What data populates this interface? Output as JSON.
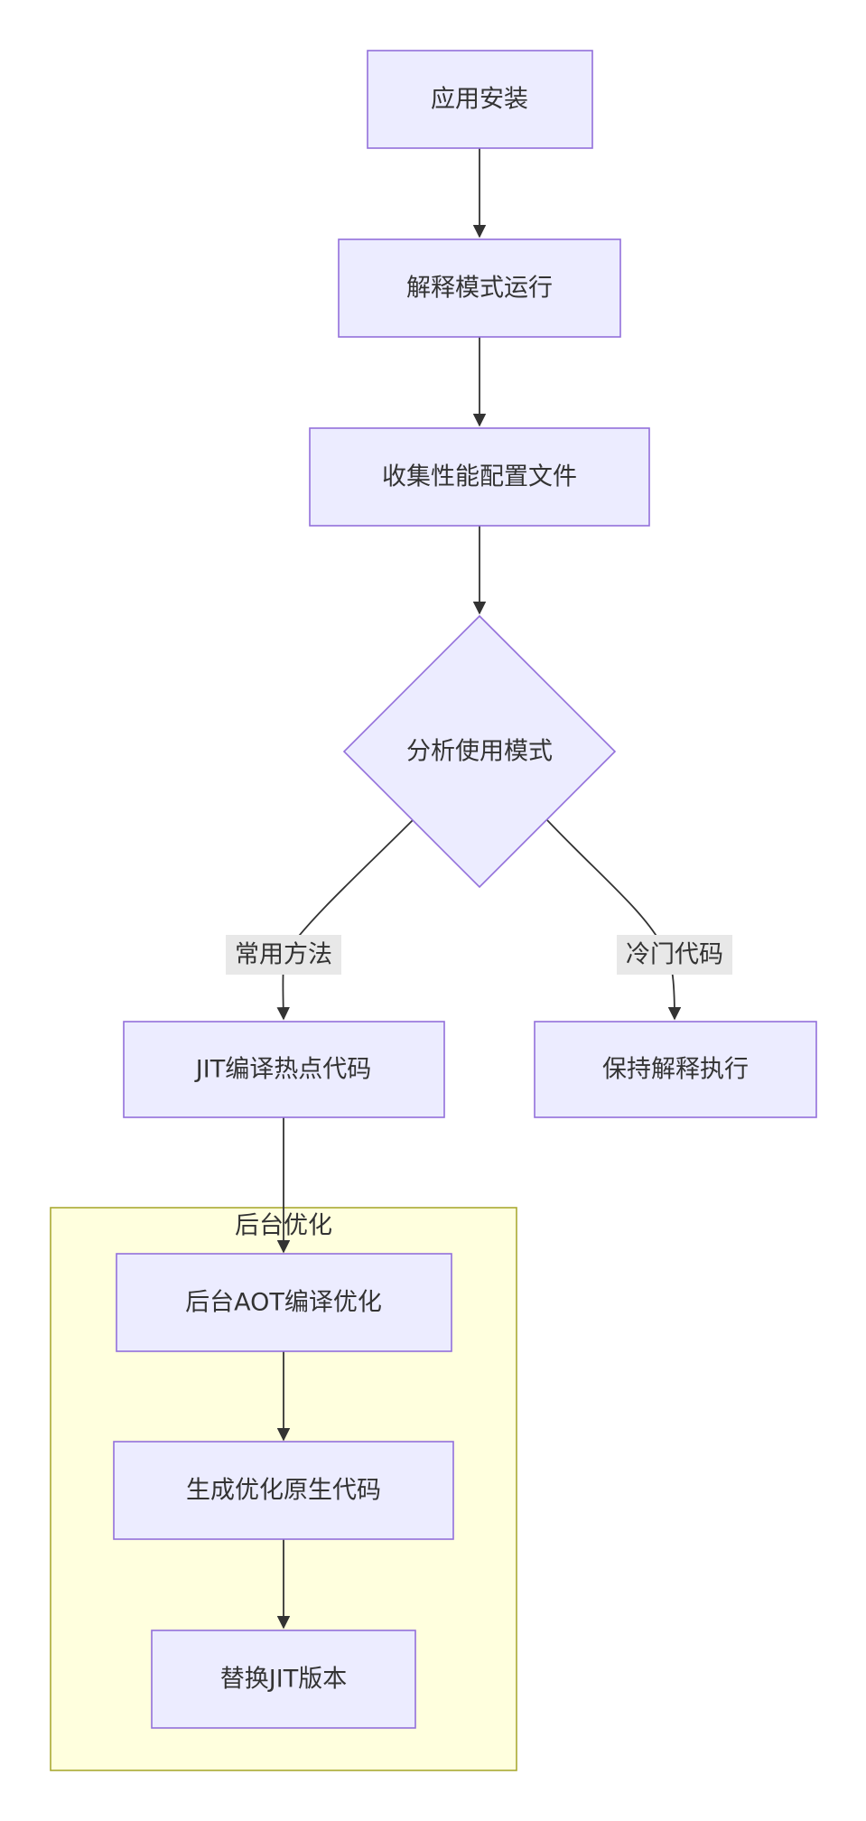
{
  "nodes": {
    "install": "应用安装",
    "interpret": "解释模式运行",
    "profile": "收集性能配置文件",
    "analyze": "分析使用模式",
    "jit": "JIT编译热点代码",
    "keep_interpret": "保持解释执行",
    "aot": "后台AOT编译优化",
    "native": "生成优化原生代码",
    "replace": "替换JIT版本"
  },
  "edge_labels": {
    "hot": "常用方法",
    "cold": "冷门代码"
  },
  "cluster": {
    "title": "后台优化"
  },
  "colors": {
    "node_fill": "#ECECFF",
    "node_stroke": "#9370DB",
    "cluster_fill": "#FFFFDE",
    "cluster_stroke": "#AAAA33",
    "edge": "#333333"
  }
}
